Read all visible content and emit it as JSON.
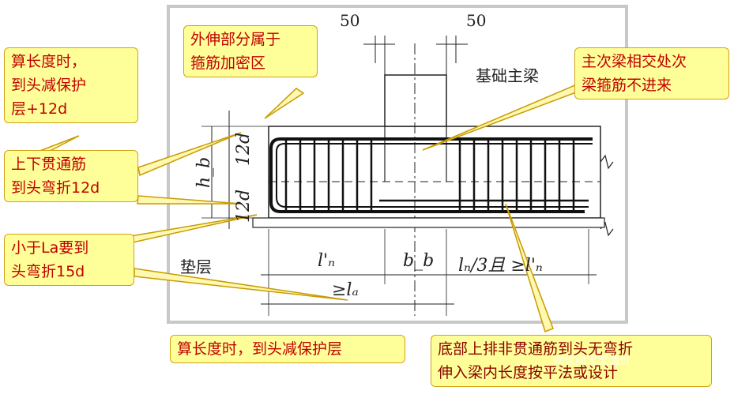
{
  "drawing": {
    "dim_top_left": "50",
    "dim_top_right": "50",
    "beam_label": "基础主梁",
    "cushion_label": "垫层",
    "hb": "h_b",
    "hook_top": "12d",
    "hook_bottom": "12d",
    "ln_left": "l'ₙ",
    "bb": "b_b",
    "ln_right": "lₙ/3且 ≥l'ₙ",
    "la": "≥lₐ"
  },
  "callouts": {
    "length_calc_top": "算长度时，\n到头减保护\n层+12d",
    "extension": "外伸部分属于\n箍筋加密区",
    "main_secondary": "主次梁相交处次\n梁箍筋不进来",
    "through_bars": "上下贯通筋\n到头弯折12d",
    "less_than_la": "小于La要到\n头弯折15d",
    "length_calc_bottom": "算长度时，到头减保护层",
    "bottom_non_through": "底部上排非贯通筋到头无弯折\n伸入梁内长度按平法或设计"
  },
  "watermark": "砍砍向宝宝造价",
  "colors": {
    "callout_fill": "#ffff99",
    "callout_border": "#d4a017",
    "callout_text": "#c00000",
    "line": "#222222",
    "frame": "#c8c8c8"
  }
}
